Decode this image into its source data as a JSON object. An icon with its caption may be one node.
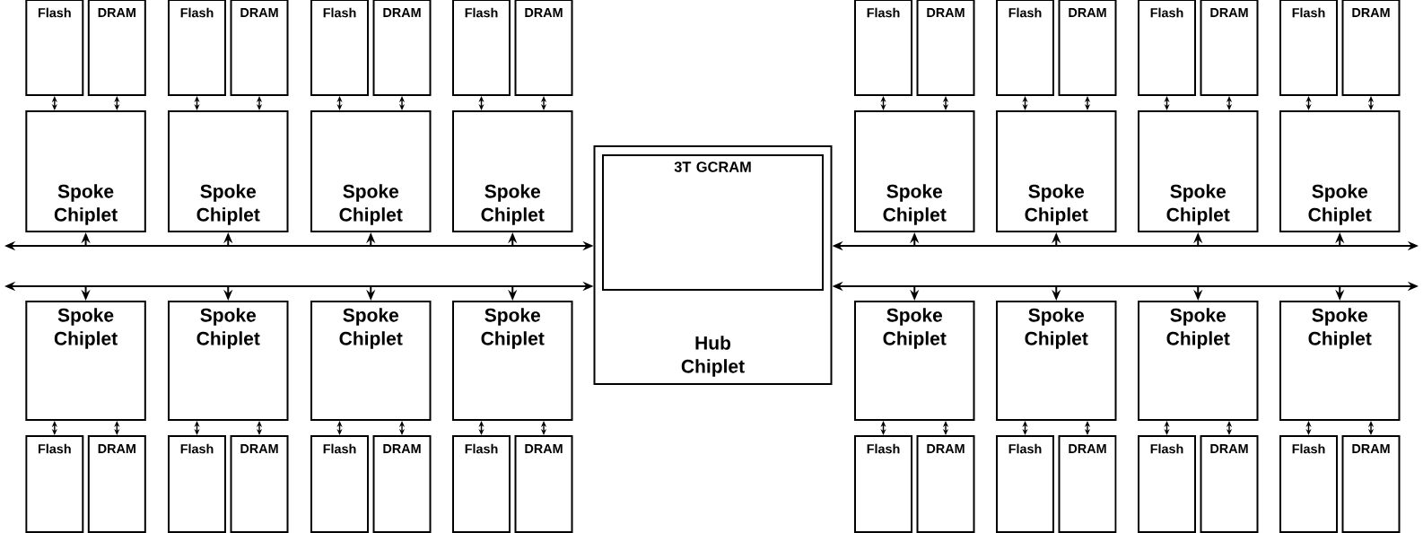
{
  "diagram": {
    "nodes": [
      {
        "text": [
          "Flash"
        ]
      },
      {
        "text": [
          "DRAM"
        ]
      },
      {
        "text": [
          "Flash"
        ]
      },
      {
        "text": [
          "DRAM"
        ]
      },
      {
        "text": [
          "Flash"
        ]
      },
      {
        "text": [
          "DRAM"
        ]
      },
      {
        "text": [
          "Flash"
        ]
      },
      {
        "text": [
          "DRAM"
        ]
      },
      {
        "text": [
          "Flash"
        ]
      },
      {
        "text": [
          "DRAM"
        ]
      },
      {
        "text": [
          "Flash"
        ]
      },
      {
        "text": [
          "DRAM"
        ]
      },
      {
        "text": [
          "Flash"
        ]
      },
      {
        "text": [
          "DRAM"
        ]
      },
      {
        "text": [
          "Flash"
        ]
      },
      {
        "text": [
          "DRAM"
        ]
      },
      {
        "text": [
          "Spoke Chiplet"
        ]
      },
      {
        "text": [
          "Spoke Chiplet"
        ]
      },
      {
        "text": [
          "Spoke Chiplet"
        ]
      },
      {
        "text": [
          "Spoke Chiplet"
        ]
      },
      {
        "text": [
          "Spoke Chiplet"
        ]
      },
      {
        "text": [
          "Spoke Chiplet"
        ]
      },
      {
        "text": [
          "Spoke Chiplet"
        ]
      },
      {
        "text": [
          "Spoke Chiplet"
        ]
      },
      {
        "text": [
          "Hub Chiplet"
        ]
      },
      {
        "text": [
          "3T GCRAM"
        ],
        "in": 24
      },
      {
        "text": [
          "Spoke Chiplet"
        ]
      },
      {
        "text": [
          "Spoke Chiplet"
        ]
      },
      {
        "text": [
          "Spoke Chiplet"
        ]
      },
      {
        "text": [
          "Spoke Chiplet"
        ]
      },
      {
        "text": [
          "Spoke Chiplet"
        ]
      },
      {
        "text": [
          "Spoke Chiplet"
        ]
      },
      {
        "text": [
          "Spoke Chiplet"
        ]
      },
      {
        "text": [
          "Spoke Chiplet"
        ]
      },
      {
        "text": [
          "Flash"
        ]
      },
      {
        "text": [
          "DRAM"
        ]
      },
      {
        "text": [
          "Flash"
        ]
      },
      {
        "text": [
          "DRAM"
        ]
      },
      {
        "text": [
          "Flash"
        ]
      },
      {
        "text": [
          "DRAM"
        ]
      },
      {
        "text": [
          "Flash"
        ]
      },
      {
        "text": [
          "DRAM"
        ]
      },
      {
        "text": [
          "Flash"
        ]
      },
      {
        "text": [
          "DRAM"
        ]
      },
      {
        "text": [
          "Flash"
        ]
      },
      {
        "text": [
          "DRAM"
        ]
      },
      {
        "text": [
          "Flash"
        ]
      },
      {
        "text": [
          "DRAM"
        ]
      },
      {
        "text": [
          "Flash"
        ]
      },
      {
        "text": [
          "DRAM"
        ]
      }
    ],
    "edges": [
      {
        "from": 0,
        "to": 16,
        "arrow": "both"
      },
      {
        "from": 1,
        "to": 16,
        "arrow": "both"
      },
      {
        "from": 2,
        "to": 17,
        "arrow": "both"
      },
      {
        "from": 3,
        "to": 17,
        "arrow": "both"
      },
      {
        "from": 4,
        "to": 18,
        "arrow": "both"
      },
      {
        "from": 5,
        "to": 18,
        "arrow": "both"
      },
      {
        "from": 6,
        "to": 19,
        "arrow": "both"
      },
      {
        "from": 7,
        "to": 19,
        "arrow": "both"
      },
      {
        "from": 8,
        "to": 20,
        "arrow": "both"
      },
      {
        "from": 9,
        "to": 20,
        "arrow": "both"
      },
      {
        "from": 10,
        "to": 21,
        "arrow": "both"
      },
      {
        "from": 11,
        "to": 21,
        "arrow": "both"
      },
      {
        "from": 12,
        "to": 22,
        "arrow": "both"
      },
      {
        "from": 13,
        "to": 22,
        "arrow": "both"
      },
      {
        "from": 14,
        "to": 23,
        "arrow": "both"
      },
      {
        "from": 15,
        "to": 23,
        "arrow": "both"
      },
      {
        "from": null,
        "to": 24,
        "arrow": "both"
      },
      {
        "from": null,
        "to": 24,
        "arrow": "both"
      },
      {
        "from": 24,
        "to": null,
        "arrow": "both"
      },
      {
        "from": 24,
        "to": null,
        "arrow": "both"
      },
      {
        "from": null,
        "to": 16,
        "arrow": "to"
      },
      {
        "from": null,
        "to": 17,
        "arrow": "to"
      },
      {
        "from": null,
        "to": 18,
        "arrow": "to"
      },
      {
        "from": null,
        "to": 19,
        "arrow": "to"
      },
      {
        "from": null,
        "to": 20,
        "arrow": "to"
      },
      {
        "from": null,
        "to": 21,
        "arrow": "to"
      },
      {
        "from": null,
        "to": 22,
        "arrow": "to"
      },
      {
        "from": null,
        "to": 23,
        "arrow": "to"
      },
      {
        "from": null,
        "to": 26,
        "arrow": "to"
      },
      {
        "from": null,
        "to": 27,
        "arrow": "to"
      },
      {
        "from": null,
        "to": 28,
        "arrow": "to"
      },
      {
        "from": null,
        "to": 29,
        "arrow": "to"
      },
      {
        "from": null,
        "to": 30,
        "arrow": "to"
      },
      {
        "from": null,
        "to": 31,
        "arrow": "to"
      },
      {
        "from": null,
        "to": 32,
        "arrow": "to"
      },
      {
        "from": null,
        "to": 33,
        "arrow": "to"
      },
      {
        "from": 26,
        "to": 34,
        "arrow": "both"
      },
      {
        "from": 26,
        "to": 35,
        "arrow": "both"
      },
      {
        "from": 27,
        "to": 36,
        "arrow": "both"
      },
      {
        "from": 27,
        "to": 37,
        "arrow": "both"
      },
      {
        "from": 28,
        "to": 38,
        "arrow": "both"
      },
      {
        "from": 28,
        "to": 39,
        "arrow": "both"
      },
      {
        "from": 29,
        "to": 40,
        "arrow": "both"
      },
      {
        "from": 29,
        "to": 41,
        "arrow": "both"
      },
      {
        "from": 30,
        "to": 42,
        "arrow": "both"
      },
      {
        "from": 30,
        "to": 43,
        "arrow": "both"
      },
      {
        "from": 31,
        "to": 44,
        "arrow": "both"
      },
      {
        "from": 31,
        "to": 45,
        "arrow": "both"
      },
      {
        "from": 32,
        "to": 46,
        "arrow": "both"
      },
      {
        "from": 32,
        "to": 47,
        "arrow": "both"
      },
      {
        "from": 33,
        "to": 48,
        "arrow": "both"
      },
      {
        "from": 33,
        "to": 49,
        "arrow": "both"
      }
    ]
  }
}
